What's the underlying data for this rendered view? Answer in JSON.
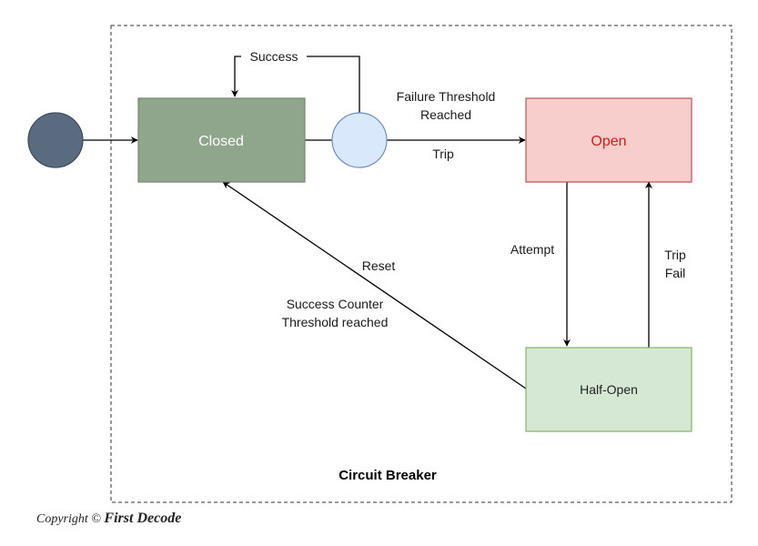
{
  "title": "Circuit Breaker",
  "states": {
    "closed": {
      "label": "Closed",
      "fill": "#8fa68c",
      "stroke": "#6f8a69",
      "text_color": "#ffffff"
    },
    "open": {
      "label": "Open",
      "fill": "#f8cecc",
      "stroke": "#b85450",
      "text_color": "#cc1f1a"
    },
    "half_open": {
      "label": "Half-Open",
      "fill": "#d5e8d4",
      "stroke": "#82b366",
      "text_color": "#222222"
    }
  },
  "nodes": {
    "initial": {
      "fill": "#5a6b80",
      "stroke": "#3d4a5c"
    },
    "decision": {
      "fill": "#dae8fc",
      "stroke": "#6c8ebf"
    }
  },
  "edges": {
    "success": "Success",
    "failure_threshold_1": "Failure Threshold",
    "failure_threshold_2": "Reached",
    "trip": "Trip",
    "attempt": "Attempt",
    "trip_fail_1": "Trip",
    "trip_fail_2": "Fail",
    "reset": "Reset",
    "success_counter_1": "Success Counter",
    "success_counter_2": "Threshold reached"
  },
  "copyright": {
    "prefix": "Copyright ©",
    "brand": "First Decode"
  }
}
